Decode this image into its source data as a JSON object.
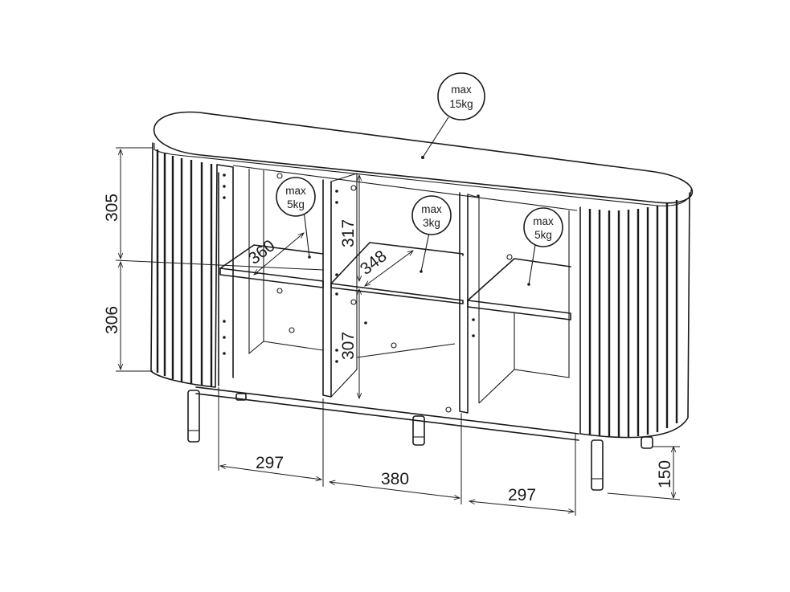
{
  "dimensions": {
    "upper_height": "305",
    "lower_height": "306",
    "middle_upper_height": "317",
    "middle_lower_height": "307",
    "left_shelf_depth": "360",
    "middle_shelf_depth": "348",
    "left_width": "297",
    "middle_width": "380",
    "right_width": "297",
    "leg_height": "150"
  },
  "load_labels": {
    "top": {
      "line1": "max",
      "line2": "15kg"
    },
    "left_shelf": {
      "line1": "max",
      "line2": "5kg"
    },
    "middle_shelf": {
      "line1": "max",
      "line2": "3kg"
    },
    "right_shelf": {
      "line1": "max",
      "line2": "5kg"
    }
  },
  "colors": {
    "ink": "#1a1a1a",
    "background": "#ffffff"
  }
}
